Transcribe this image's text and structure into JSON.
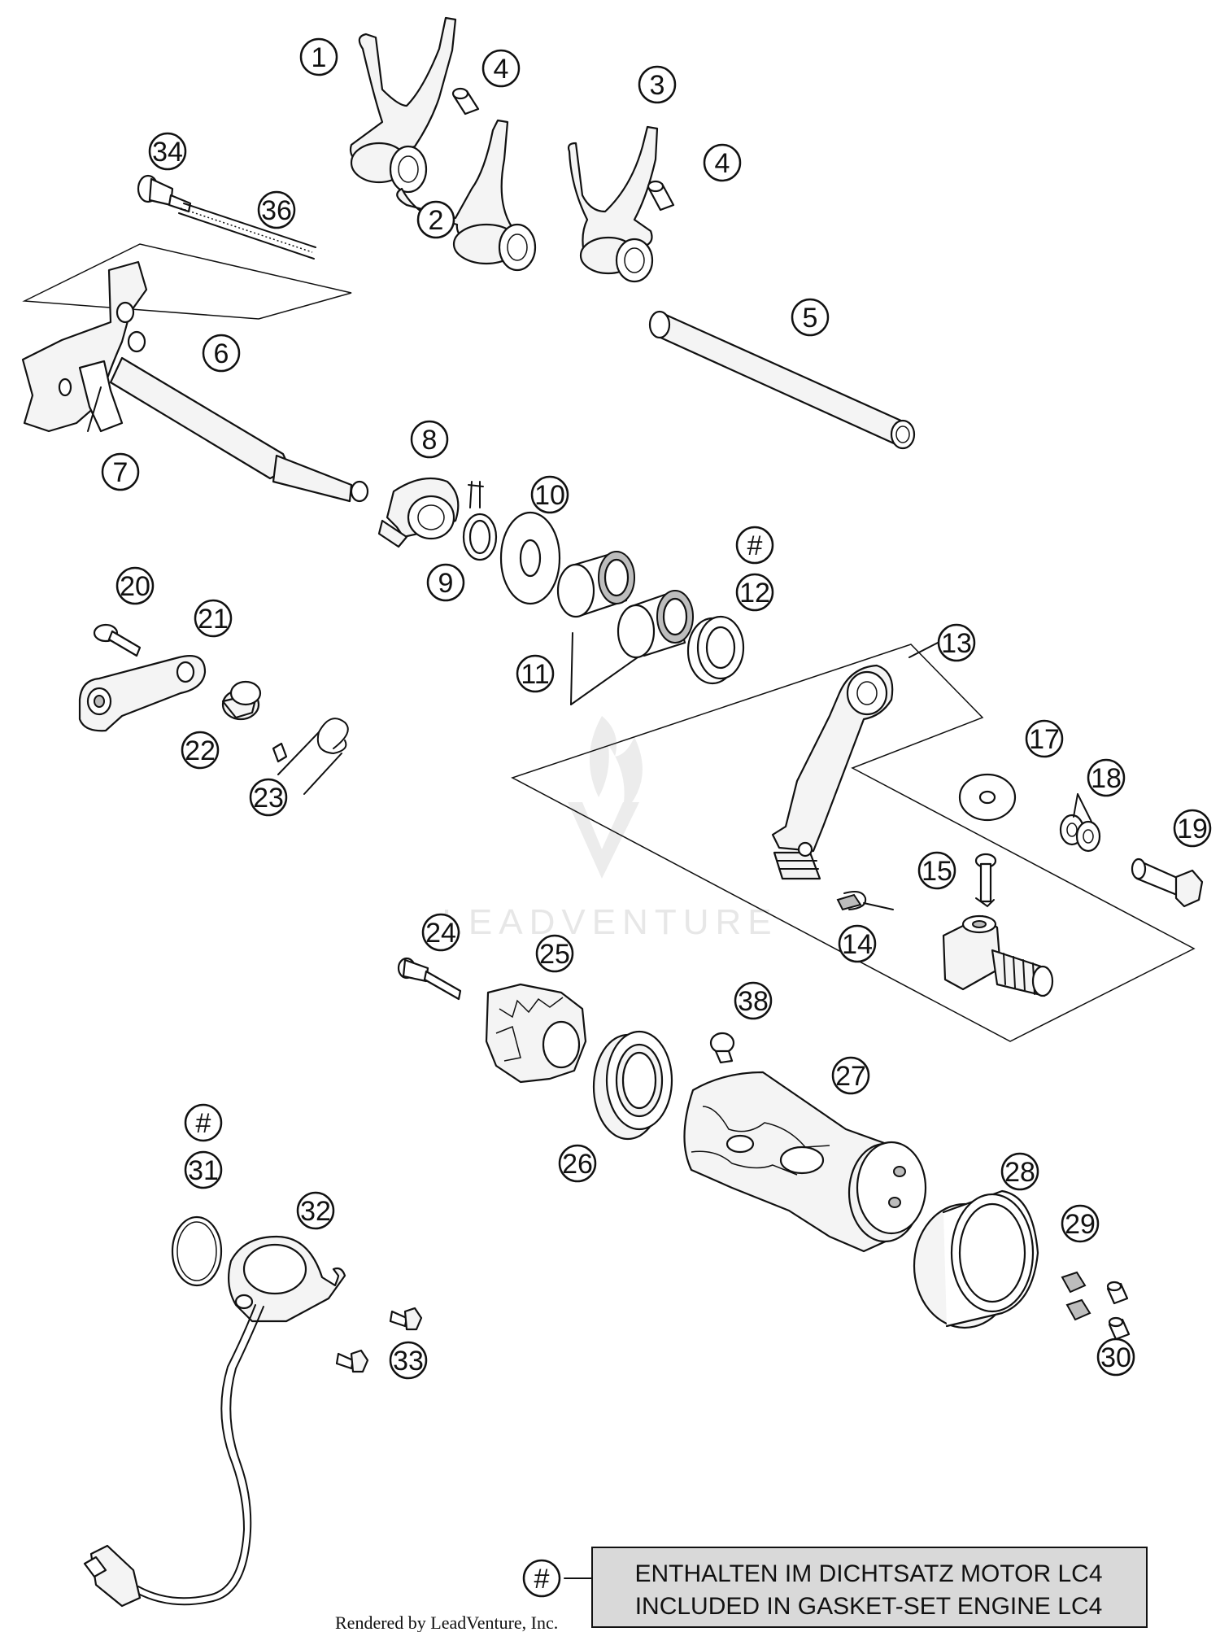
{
  "callouts": [
    {
      "id": "1",
      "label": "1"
    },
    {
      "id": "2",
      "label": "2"
    },
    {
      "id": "3",
      "label": "3"
    },
    {
      "id": "4a",
      "label": "4"
    },
    {
      "id": "4b",
      "label": "4"
    },
    {
      "id": "5",
      "label": "5"
    },
    {
      "id": "6",
      "label": "6"
    },
    {
      "id": "7",
      "label": "7"
    },
    {
      "id": "8",
      "label": "8"
    },
    {
      "id": "9",
      "label": "9"
    },
    {
      "id": "10",
      "label": "10"
    },
    {
      "id": "11",
      "label": "11"
    },
    {
      "id": "hash12",
      "label": "#"
    },
    {
      "id": "12",
      "label": "12"
    },
    {
      "id": "13",
      "label": "13"
    },
    {
      "id": "14",
      "label": "14"
    },
    {
      "id": "15",
      "label": "15"
    },
    {
      "id": "17",
      "label": "17"
    },
    {
      "id": "18",
      "label": "18"
    },
    {
      "id": "19",
      "label": "19"
    },
    {
      "id": "20",
      "label": "20"
    },
    {
      "id": "21",
      "label": "21"
    },
    {
      "id": "22",
      "label": "22"
    },
    {
      "id": "23",
      "label": "23"
    },
    {
      "id": "24",
      "label": "24"
    },
    {
      "id": "25",
      "label": "25"
    },
    {
      "id": "26",
      "label": "26"
    },
    {
      "id": "27",
      "label": "27"
    },
    {
      "id": "28",
      "label": "28"
    },
    {
      "id": "29",
      "label": "29"
    },
    {
      "id": "30",
      "label": "30"
    },
    {
      "id": "hash31",
      "label": "#"
    },
    {
      "id": "31",
      "label": "31"
    },
    {
      "id": "32",
      "label": "32"
    },
    {
      "id": "33",
      "label": "33"
    },
    {
      "id": "34",
      "label": "34"
    },
    {
      "id": "36",
      "label": "36"
    },
    {
      "id": "38",
      "label": "38"
    }
  ],
  "legend": {
    "symbol": "#",
    "line_de": "ENTHALTEN IM DICHTSATZ MOTOR LC4",
    "line_en": "INCLUDED IN GASKET-SET ENGINE LC4"
  },
  "watermark": "LEADVENTURE",
  "footer": "Rendered by LeadVenture, Inc."
}
